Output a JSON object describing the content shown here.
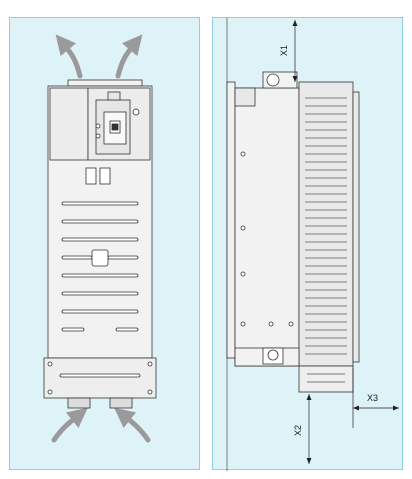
{
  "diagrams": {
    "front_view": {
      "airflow": "bottom-to-top"
    },
    "side_view": {
      "dimensions": {
        "x1_label": "X1",
        "x2_label": "X2",
        "x3_label": "X3"
      }
    }
  },
  "colors": {
    "panel_background": "#def3f8",
    "panel_border": "#8fd0df",
    "device_fill": "#f2f2f2",
    "device_stroke": "#333333",
    "airflow_arrow": "#9a9a9a"
  }
}
